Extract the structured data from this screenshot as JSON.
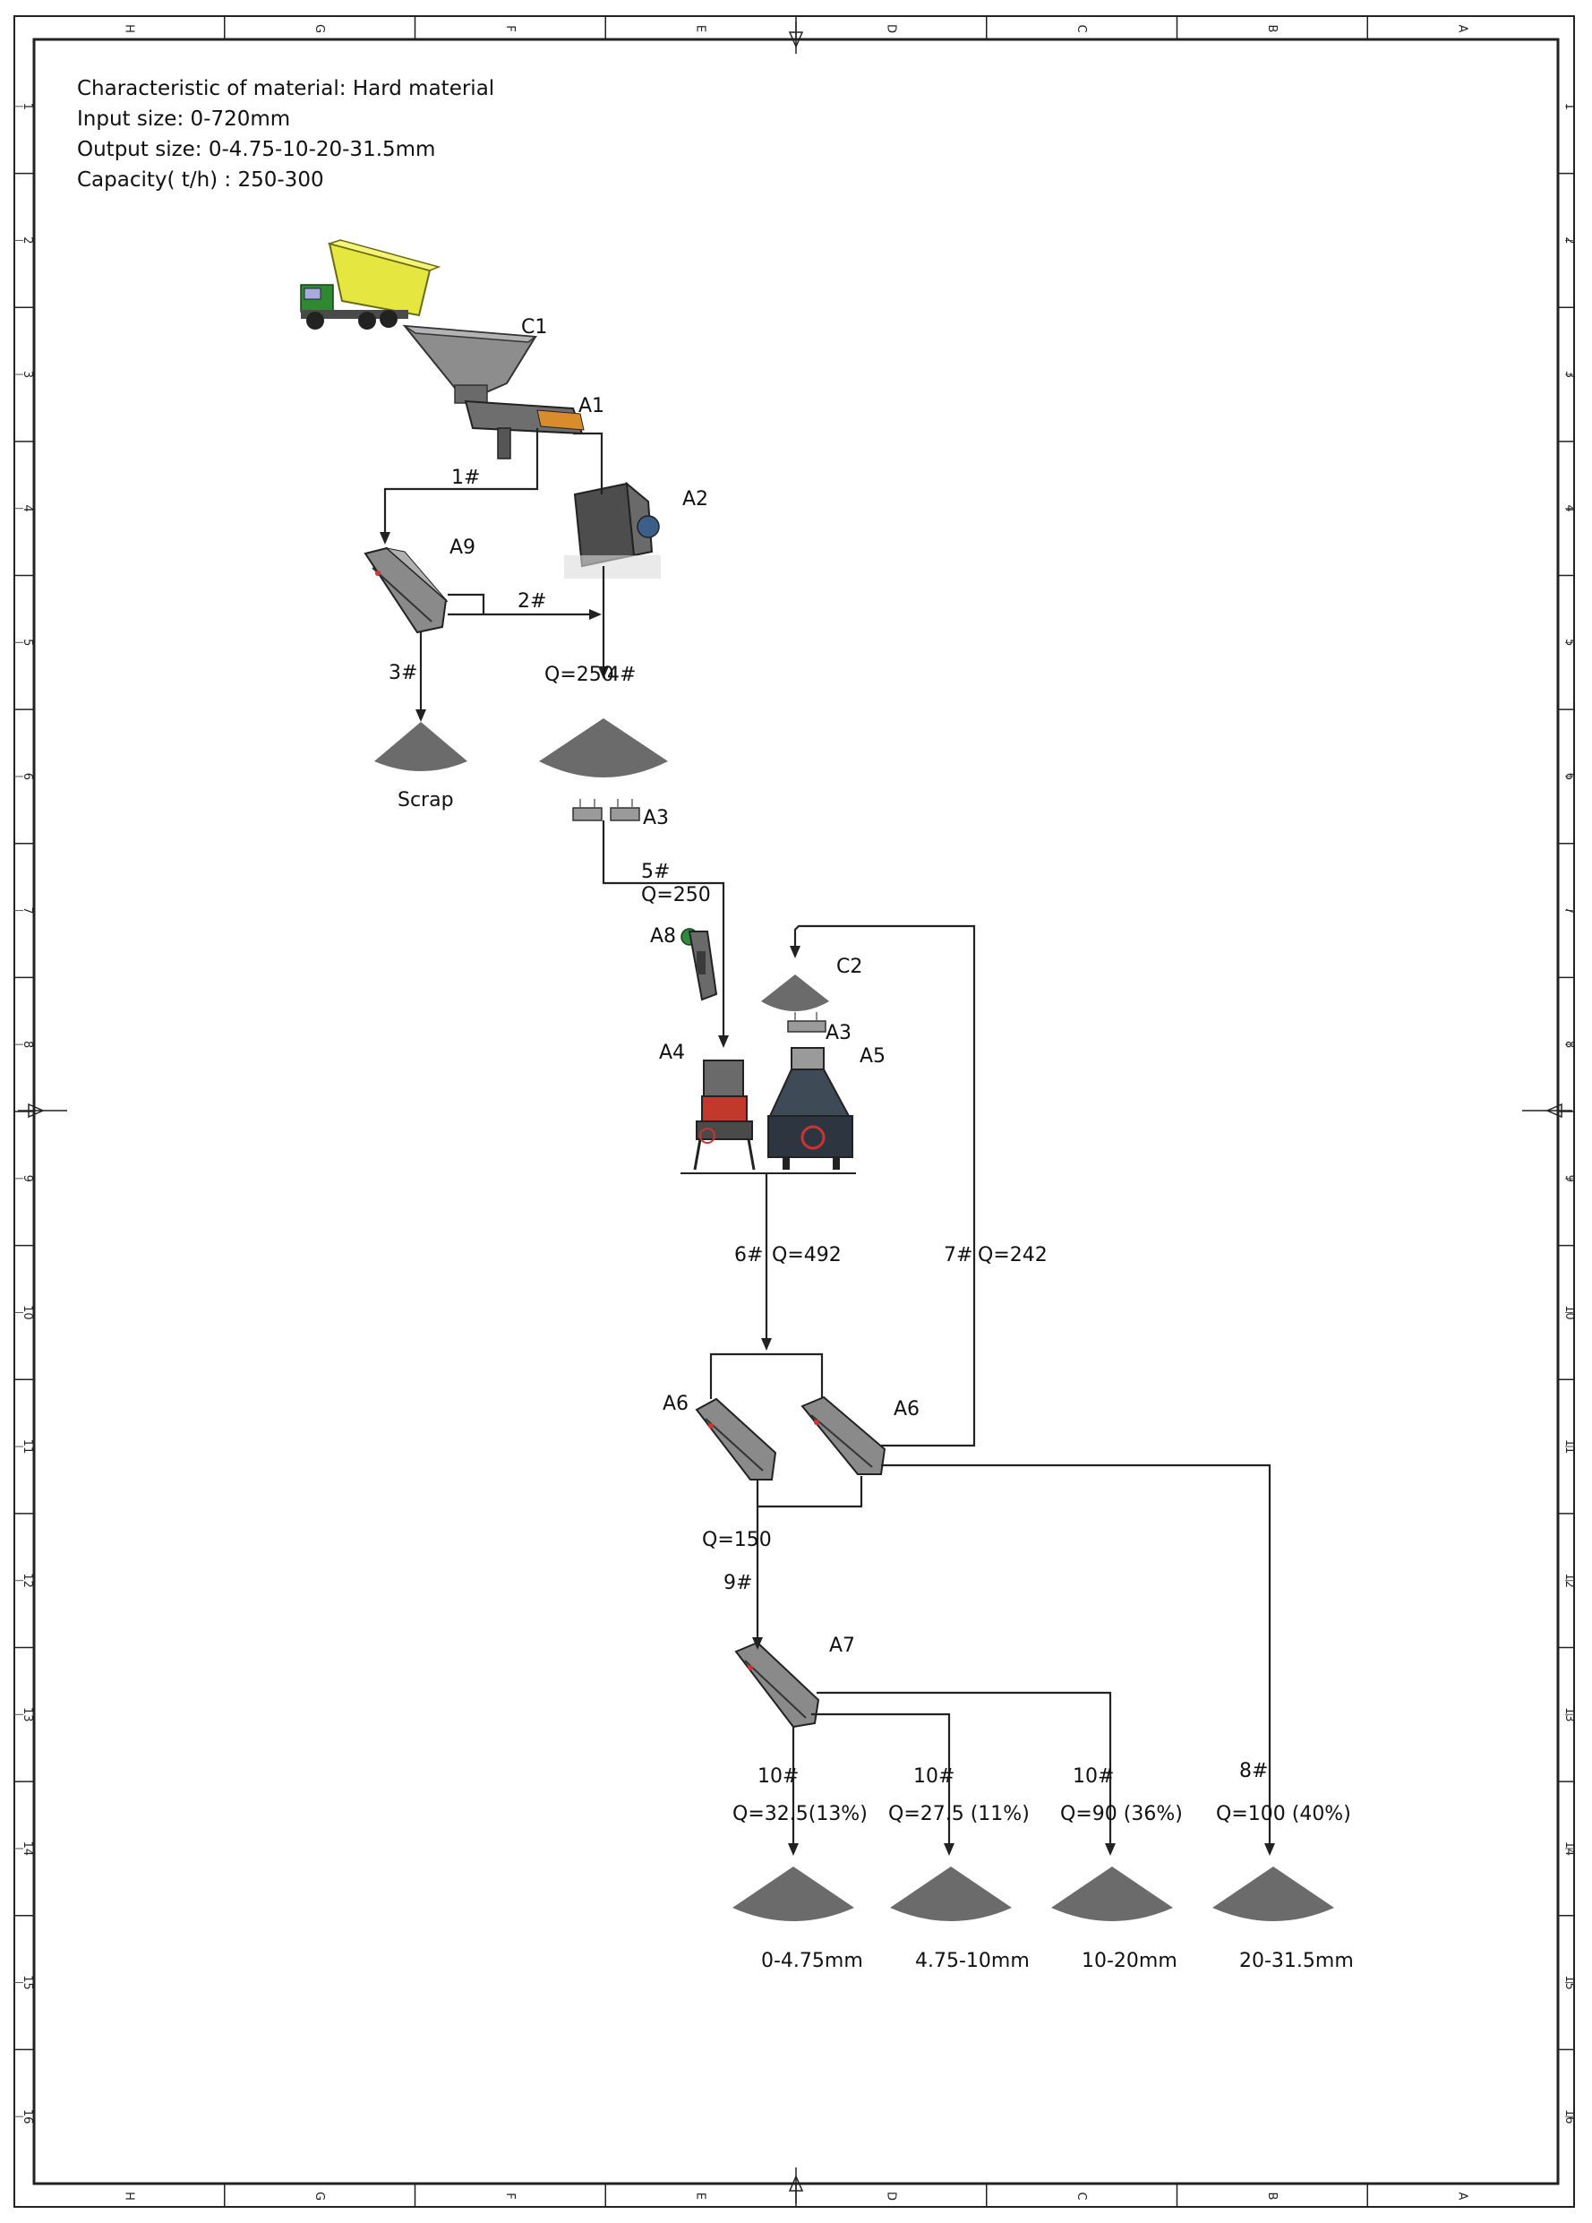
{
  "header": {
    "line1": "Characteristic of material: Hard material",
    "line2": "Input size: 0-720mm",
    "line3": "Output size: 0-4.75-10-20-31.5mm",
    "line4": "Capacity( t/h) : 250-300"
  },
  "border": {
    "top_letters": [
      "H",
      "G",
      "F",
      "E",
      "D",
      "C",
      "B",
      "A"
    ],
    "bottom_letters": [
      "H",
      "G",
      "F",
      "E",
      "D",
      "C",
      "B",
      "A"
    ],
    "left_numbers": [
      "1",
      "2",
      "3",
      "4",
      "5",
      "6",
      "7",
      "8",
      "9",
      "10",
      "11",
      "12",
      "13",
      "14",
      "15",
      "16"
    ],
    "right_numbers": [
      "1",
      "2",
      "3",
      "4",
      "5",
      "6",
      "7",
      "8",
      "9",
      "10",
      "11",
      "12",
      "13",
      "14",
      "15",
      "16"
    ]
  },
  "equipment": {
    "c1": "C1",
    "a1": "A1",
    "a2": "A2",
    "a9": "A9",
    "a3_top": "A3",
    "a8": "A8",
    "c2": "C2",
    "a3_mid": "A3",
    "a4": "A4",
    "a5": "A5",
    "a6_left": "A6",
    "a6_right": "A6",
    "a7": "A7"
  },
  "flows": {
    "f1": "1#",
    "f2": "2#",
    "f3": "3#",
    "f4_q": "Q=250",
    "f4": "4#",
    "f5": "5#",
    "f5_q": "Q=250",
    "f6": "6#",
    "f6_q": "Q=492",
    "f7": "7#",
    "f7_q": "Q=242",
    "f9_q": "Q=150",
    "f9": "9#",
    "f10a": "10#",
    "f10a_q": "Q=32.5(13%)",
    "f10b": "10#",
    "f10b_q": "Q=27.5 (11%)",
    "f10c": "10#",
    "f10c_q": "Q=90 (36%)",
    "f8": "8#",
    "f8_q": "Q=100 (40%)"
  },
  "piles": {
    "scrap": "Scrap",
    "p1": "0-4.75mm",
    "p2": "4.75-10mm",
    "p3": "10-20mm",
    "p4": "20-31.5mm"
  }
}
